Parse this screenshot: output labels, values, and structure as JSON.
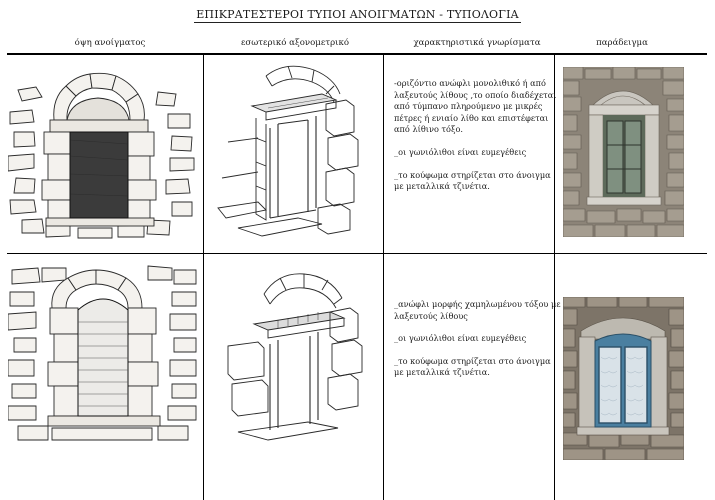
{
  "page": {
    "title": "ΕΠΙΚΡΑΤΕΣΤΕΡΟΙ ΤΥΠΟΙ ΑΝΟΙΓΜΑΤΩΝ - ΤΥΠΟΛΟΓΙΑ"
  },
  "columns": [
    "όψη ανοίγματος",
    "εσωτερικό αξονομετρικό",
    "χαρακτηριστικά γνωρίσματα",
    "παράδειγμα"
  ],
  "rows": [
    {
      "features": [
        "-οριζόντιο ανώφλι μονολιθικό ή από λαξευτούς λίθους ,το οποίο διαδέχεται από τύμπανο πληρούμενο με μικρές πέτρες ή ενιαίο λίθο και επιστέφεται από λίθινο τόξο.",
        "_οι γωνιόλιθοι είναι ευμεγέθεις",
        "_το κούφωμα στηρίζεται στο άνοιγμα με μεταλλικά τζινέτια."
      ]
    },
    {
      "features": [
        "_ανώφλι μορφής χαμηλωμένου τόξου με λαξευτούς λίθους",
        "_οι γωνιόλιθοι είναι ευμεγέθεις",
        "_το κούφωμα στηρίζεται στο άνοιγμα με μεταλλικά τζινέτια."
      ]
    }
  ],
  "colors": {
    "lines": "#000000",
    "stone": "#8c8478",
    "shutter_blue": "#4a7fa0",
    "sketch_ink": "#2a2a2a"
  }
}
